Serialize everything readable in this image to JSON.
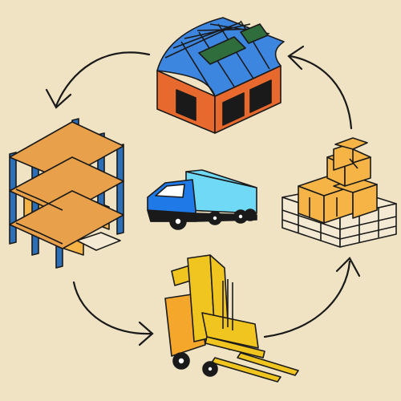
{
  "colors": {
    "background": "#efe3c4",
    "outline": "#1a1a1a",
    "roof_blue": "#3d86e0",
    "brick_orange": "#e8692e",
    "solar_green": "#2f6e3c",
    "box_orange": "#f5b445",
    "rack_blue": "#2c6fb8",
    "rack_orange": "#e9a04a",
    "pallet_cream": "#f4ead3",
    "truck_cab_blue": "#1f79e6",
    "trailer_cyan": "#6fd9f6",
    "forklift_yellow": "#f0c520",
    "forklift_orange": "#f4a72a"
  },
  "diagram": {
    "nodes": [
      {
        "id": "warehouse",
        "icon": "warehouse-icon"
      },
      {
        "id": "boxes",
        "icon": "boxes-on-pallet-icon"
      },
      {
        "id": "forklift",
        "icon": "forklift-icon"
      },
      {
        "id": "racks",
        "icon": "storage-racks-icon"
      },
      {
        "id": "truck",
        "icon": "truck-icon"
      }
    ],
    "cycle": [
      "forklift",
      "boxes",
      "warehouse",
      "racks",
      "forklift"
    ],
    "center": "truck"
  }
}
